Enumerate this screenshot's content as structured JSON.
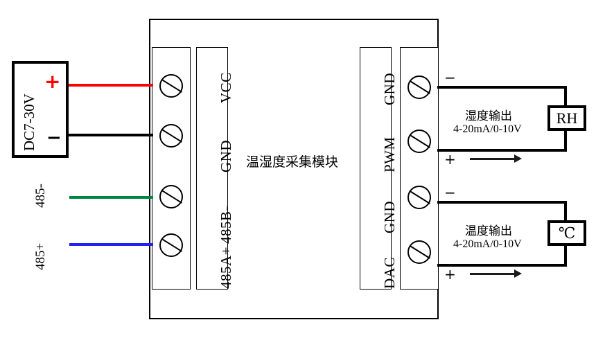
{
  "diagram": {
    "title": "温湿度采集模块",
    "module_label": "温湿度采集模块"
  },
  "power_supply": {
    "label": "DC7-30V",
    "plus_sign": "+",
    "minus_sign": "−",
    "plus_wire_color": "#ff0000",
    "minus_wire_color": "#000000"
  },
  "left_terminals": {
    "labels": [
      "VCC",
      "GND",
      "485B-",
      "485A+"
    ],
    "screw_icon": "screw-slot-icon"
  },
  "right_terminals": {
    "labels": [
      "GND",
      "PWM",
      "GND",
      "DAC"
    ],
    "screw_icon": "screw-slot-icon"
  },
  "bus_labels": {
    "rs485_minus": "485-",
    "rs485_plus": "485+",
    "rs485_minus_color": "#008542",
    "rs485_plus_color": "#2222ee"
  },
  "outputs": [
    {
      "name": "humidity",
      "title": "湿度输出",
      "range": "4-20mA/0-10V",
      "load_label": "RH",
      "minus_sign": "−",
      "plus_sign": "+"
    },
    {
      "name": "temperature",
      "title": "温度输出",
      "range": "4-20mA/0-10V",
      "load_label": "℃",
      "minus_sign": "−",
      "plus_sign": "+"
    }
  ],
  "colors": {
    "wire_black": "#000000",
    "wire_red": "#ff0000",
    "wire_green": "#008542",
    "wire_blue": "#2222ee",
    "outline": "#000000",
    "background": "#ffffff"
  }
}
